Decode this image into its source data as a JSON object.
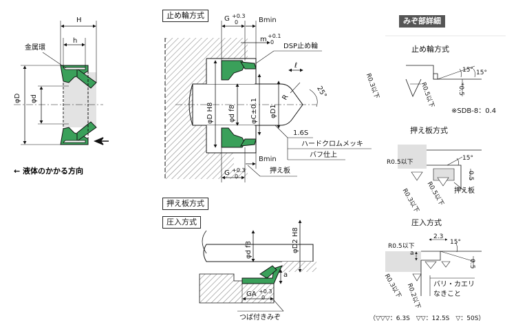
{
  "colors": {
    "seal_green": "#3aa05a",
    "shade": "#d9d9d9",
    "hatch": "#9a9a9a",
    "label_bg": "#555555"
  },
  "left": {
    "H": "H",
    "h": "h",
    "metal_ring": "金属環",
    "phiD": "φD",
    "phid": "φd",
    "fluid_direction": "← 液体のかかる方向"
  },
  "retaining_ring": {
    "title": "止め輪方式",
    "G": "G",
    "G_tol_upper": "+0.3",
    "G_tol_lower": "0",
    "Bmin": "Bmin",
    "m": "m",
    "m_tol_upper": "+0.1",
    "m_tol_lower": "0",
    "dsp": "DSP止め輪",
    "l": "ℓ",
    "R": "R",
    "deg25": "25°",
    "phiD_H8": "φD H8",
    "phid_f8": "φd f8",
    "phiC": "φC±0.1",
    "phiD1": "φD1",
    "finish_16": "1.6S",
    "hard_chrome": "ハードクロムメッキ",
    "buff": "バフ仕上",
    "Bmin2": "Bmin",
    "G2": "G",
    "press_plate_label": "押え板"
  },
  "press_plate_method": {
    "title": "押え板方式"
  },
  "press_fit": {
    "title": "圧入方式",
    "phid_f8": "φd f8",
    "phiD2_H8": "φD2 H8",
    "a": "a",
    "GA": "GA",
    "GA_tol_upper": "+0.3",
    "GA_tol_lower": "0",
    "flange_groove": "つば付きみぞ"
  },
  "detail": {
    "title": "みぞ部詳細",
    "retaining_ring_title": "止め輪方式",
    "r03": "R0.3以下",
    "r05": "R0.5以下",
    "deg15a": "15°",
    "deg15b": "15°",
    "v05": "*0.5",
    "sdb_note": "※SDB-8：0.4",
    "press_plate_title": "押え板方式",
    "pp_r05": "R0.5以下",
    "pp_r03": "R0.3以下",
    "pp_r05b": "R0.5以下",
    "pp_deg15": "15°",
    "pp_v05": "0.5",
    "pp_press_plate": "押え板",
    "press_fit_title": "圧入方式",
    "pf_23": "2.3",
    "pf_deg15": "15°",
    "pf_r05": "R0.5以下",
    "pf_a": "a",
    "pf_05": "0.5",
    "pf_r03": "R0.3以下",
    "pf_r02": "R0.2以下",
    "burr": "バリ・カエリ",
    "none": "なきこと"
  },
  "legend": "（▽▽▽：6.3S　▽▽：12.5S　▽：50S）"
}
